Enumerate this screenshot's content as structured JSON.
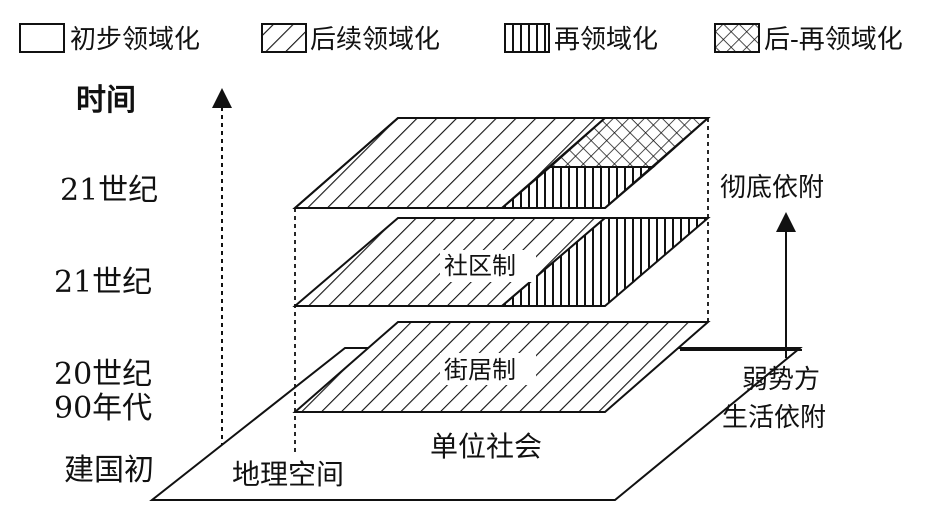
{
  "legend": [
    {
      "label": "初步领域化",
      "pattern": "blank"
    },
    {
      "label": "后续领域化",
      "pattern": "diagonal"
    },
    {
      "label": "再领域化",
      "pattern": "vertical"
    },
    {
      "label": "后-再领域化",
      "pattern": "crosshatch"
    }
  ],
  "axis": {
    "title": "时间"
  },
  "time_labels": {
    "top": "21世纪",
    "middle": "21世纪",
    "lower_line1": "20世纪",
    "lower_line2": "90年代",
    "base": "建国初"
  },
  "layers": {
    "middle": "社区制",
    "bottom": "街居制"
  },
  "base": {
    "space": "地理空间",
    "unit": "单位社会"
  },
  "side": {
    "top": "彻底依附",
    "bottom_line1": "弱势方",
    "bottom_line2": "生活依附"
  },
  "colors": {
    "line": "#111111",
    "background": "#ffffff"
  }
}
